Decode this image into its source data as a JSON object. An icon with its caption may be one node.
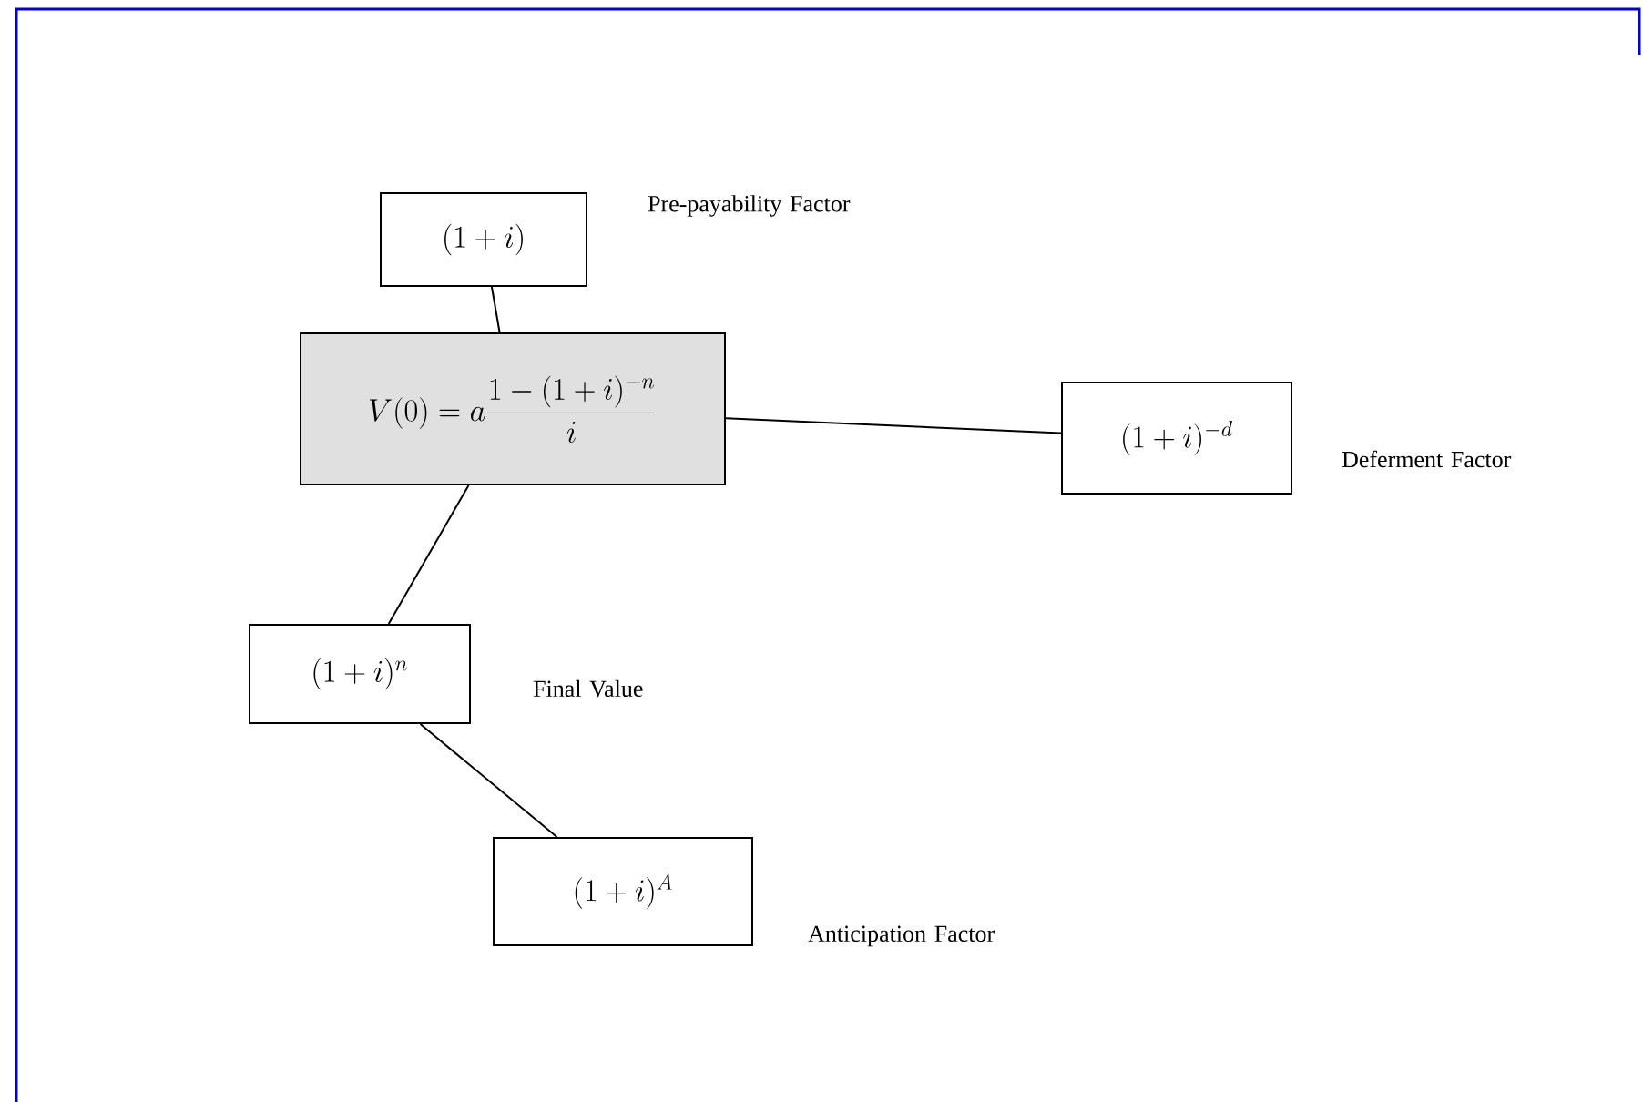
{
  "diagram": {
    "nodes": [
      {
        "text": [
          "(1+i)"
        ],
        "beside": [
          "Pre-payability Factor"
        ]
      },
      {
        "text": [
          "V(0)=a\\frac{1-(1+i)^{-n}}{i}"
        ]
      },
      {
        "text": [
          "(1+i)^{-d}"
        ],
        "beside": [
          "Deferment Factor"
        ]
      },
      {
        "text": [
          "(1+i)^{n}"
        ],
        "beside": [
          "Final Value"
        ]
      },
      {
        "text": [
          "(1+i)^{A}"
        ],
        "beside": [
          "Anticipation Factor"
        ]
      }
    ],
    "edges": [
      {
        "from": 0,
        "to": 1,
        "arrow": "none"
      },
      {
        "from": 1,
        "to": 2,
        "arrow": "none"
      },
      {
        "from": 1,
        "to": 3,
        "arrow": "none"
      },
      {
        "from": 3,
        "to": 4,
        "arrow": "none"
      }
    ]
  }
}
